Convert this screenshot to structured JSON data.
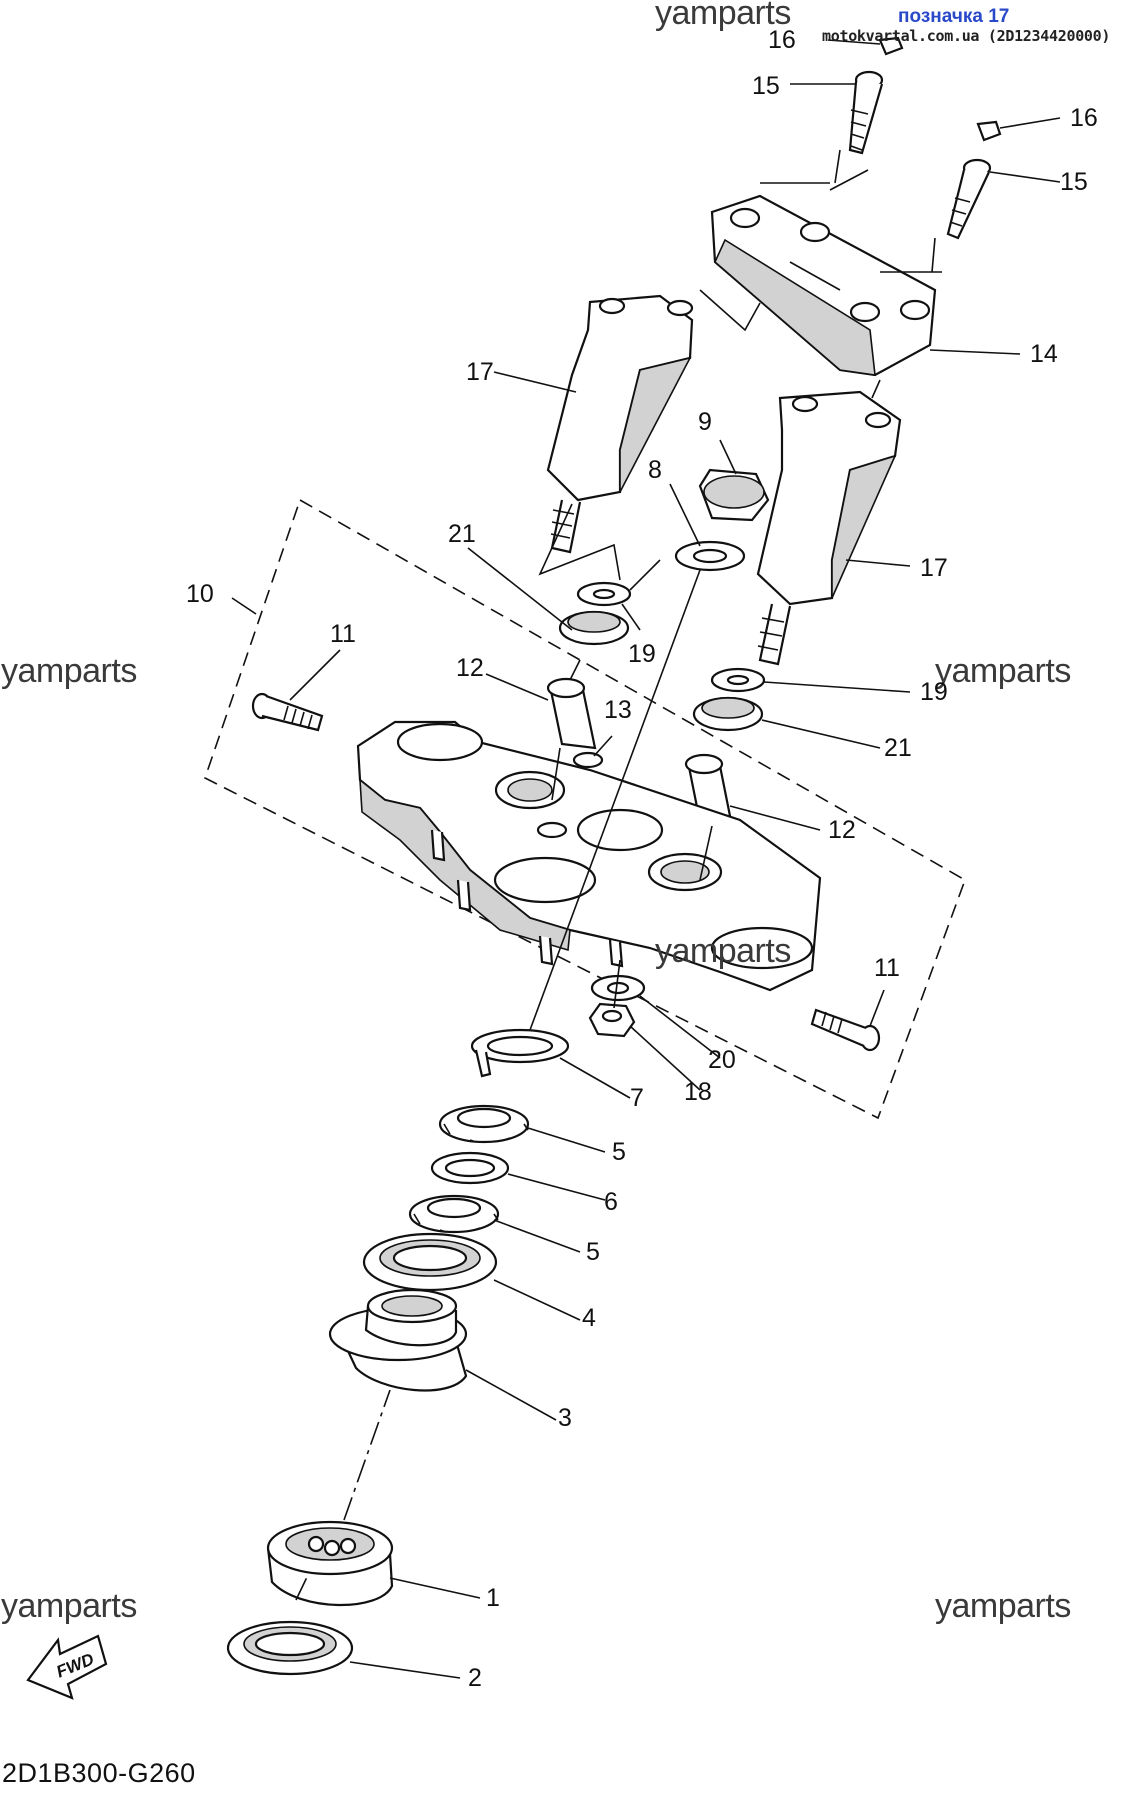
{
  "header": {
    "badge": "позначка 17",
    "site": "motokvartal.com.ua (2D1234420000)"
  },
  "watermarks": [
    "yamparts",
    "yamparts",
    "yamparts",
    "yamparts",
    "yamparts",
    "yamparts"
  ],
  "callouts": [
    "16",
    "15",
    "16",
    "15",
    "14",
    "17",
    "9",
    "8",
    "17",
    "21",
    "10",
    "19",
    "11",
    "12",
    "13",
    "19",
    "21",
    "12",
    "11",
    "20",
    "18",
    "7",
    "5",
    "6",
    "5",
    "4",
    "3",
    "1",
    "2"
  ],
  "fwd_label": "FWD",
  "diagram_code": "2D1B300-G260"
}
